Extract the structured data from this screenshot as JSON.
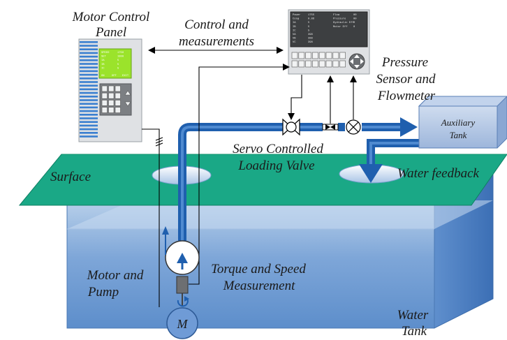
{
  "labels": {
    "motor_control_panel_line1": "Motor Control",
    "motor_control_panel_line2": "Panel",
    "control_line1": "Control and",
    "control_line2": "measurements",
    "pressure_line1": "Pressure",
    "pressure_line2": "Sensor and",
    "pressure_line3": "Flowmeter",
    "auxiliary_line1": "Auxiliary",
    "auxiliary_line2": "Tank",
    "servo_line1": "Servo Controlled",
    "servo_line2": "Loading Valve",
    "surface": "Surface",
    "water_feedback": "Water feedback",
    "motor_pump_line1": "Motor and",
    "motor_pump_line2": "Pump",
    "torque_line1": "Torque and Speed",
    "torque_line2": "Measurement",
    "water_tank_line1": "Water",
    "water_tank_line2": "Tank",
    "motor_symbol": "M"
  },
  "motor_panel_screen": {
    "rows": [
      [
        "SPEED",
        "1750"
      ],
      [
        "SET",
        "1800"
      ],
      [
        "IA",
        "5"
      ],
      [
        "IB",
        "5"
      ],
      [
        "IC",
        "5"
      ]
    ],
    "footer": [
      "ON",
      "OFF",
      "EXIT"
    ]
  },
  "sensor_panel_screen": {
    "left": [
      [
        "Power",
        "1755"
      ],
      [
        "Cosφ",
        "0.86"
      ],
      [
        "IA",
        "5"
      ],
      [
        "IB",
        "5"
      ],
      [
        "IC",
        "5"
      ],
      [
        "VA",
        "398"
      ],
      [
        "VB",
        "398"
      ],
      [
        "VC",
        "398"
      ]
    ],
    "right": [
      [
        "Flow",
        "00"
      ],
      [
        "Pressure",
        "00"
      ],
      [
        "Hydraulic Eff",
        "0"
      ],
      [
        "Motor Eff",
        "0"
      ]
    ]
  },
  "colors": {
    "surface": "#1aa886",
    "pipe": "#1f5fae",
    "tank_front": "#5b8fcd",
    "tank_side": "#3f74b8",
    "screen": "#9be32b",
    "panel_stripe": "#3a7fd0"
  }
}
